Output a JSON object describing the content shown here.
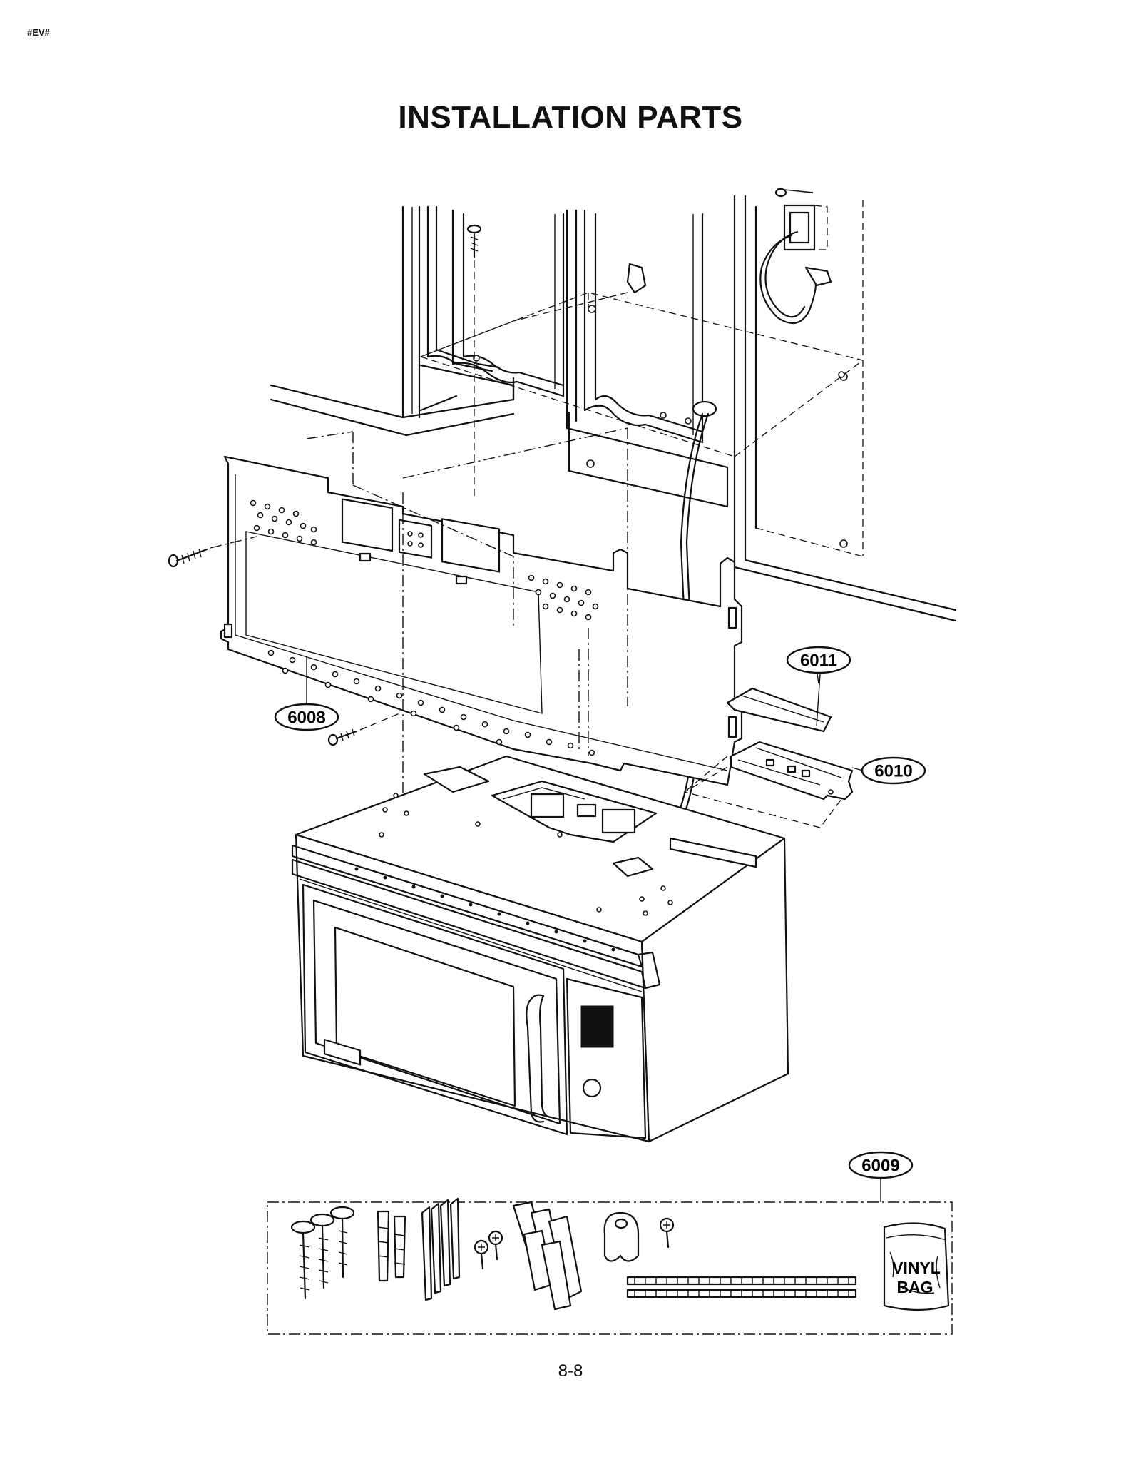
{
  "header": {
    "code": "#EV#",
    "title": "INSTALLATION PARTS"
  },
  "callouts": [
    {
      "id": "6008",
      "label": "6008"
    },
    {
      "id": "6009",
      "label": "6009"
    },
    {
      "id": "6010",
      "label": "6010"
    },
    {
      "id": "6011",
      "label": "6011"
    }
  ],
  "kit": {
    "bag_label_line1": "VINYL",
    "bag_label_line2": "BAG"
  },
  "footer": {
    "page_number": "8-8"
  }
}
